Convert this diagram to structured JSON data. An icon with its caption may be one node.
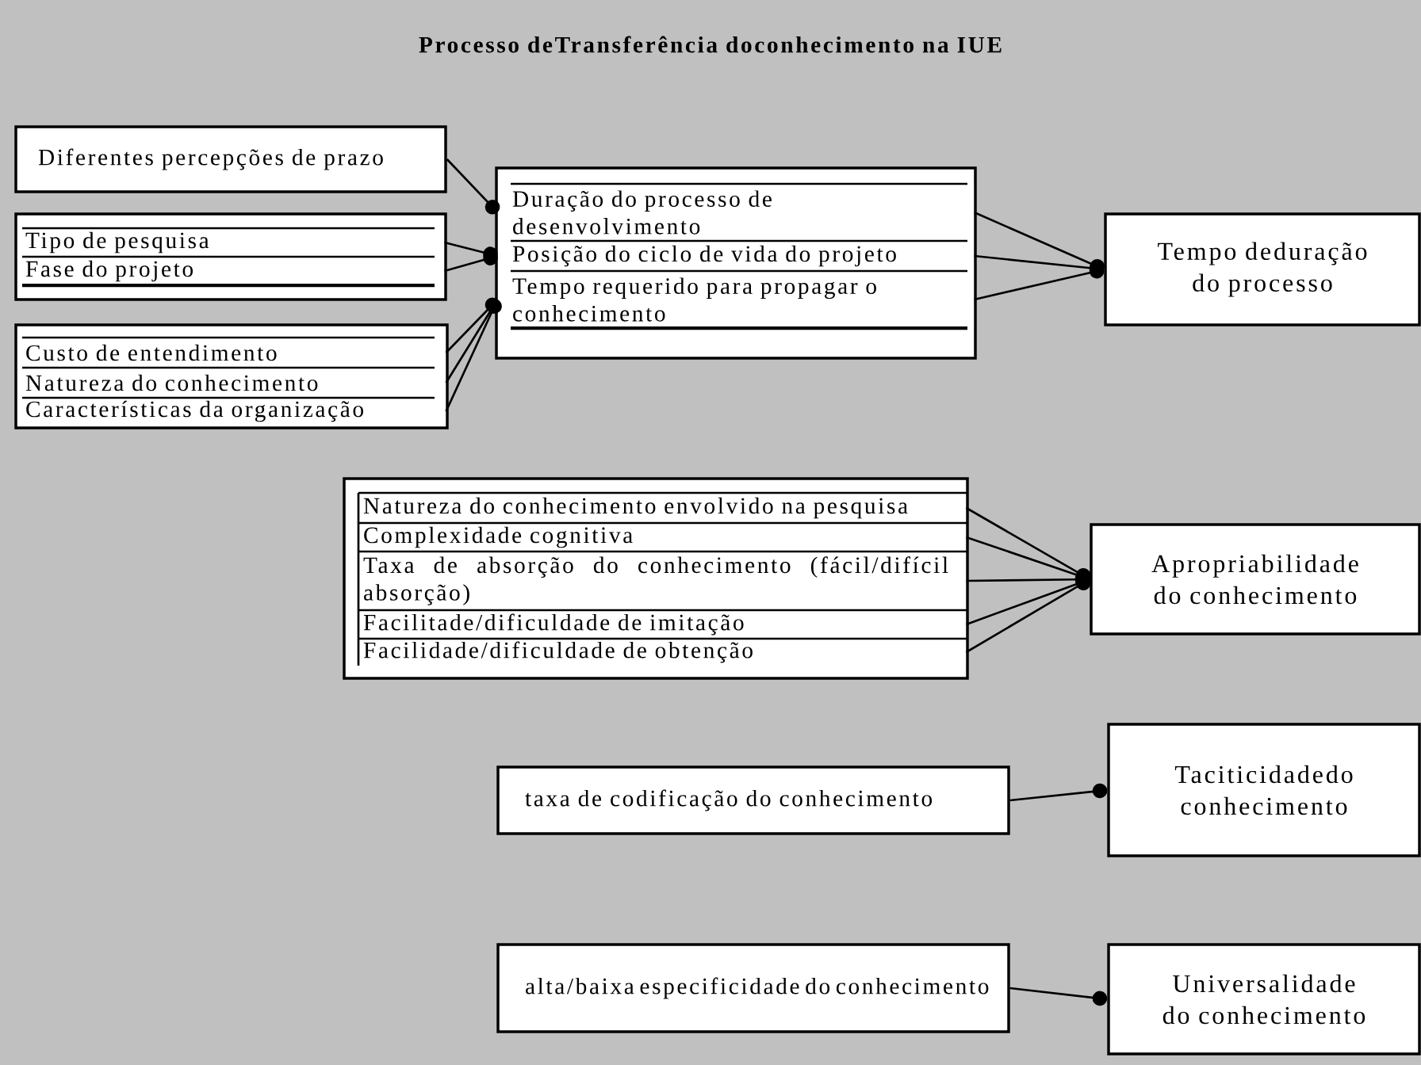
{
  "diagram": {
    "title": "Processo deTransferência doconhecimento na IUE",
    "nodes": [
      {
        "text": [
          "Diferentes percepções de prazo"
        ]
      },
      {
        "text": [],
        "shape": "box"
      },
      {
        "text": [
          "Tipo de pesquisa"
        ],
        "in": 1
      },
      {
        "text": [
          "Fase do projeto"
        ],
        "in": 1
      },
      {
        "text": [],
        "shape": "box"
      },
      {
        "text": [
          "Custo de entendimento"
        ],
        "in": 4
      },
      {
        "text": [
          "Natureza do conhecimento"
        ],
        "in": 4
      },
      {
        "text": [
          "Características da organização"
        ],
        "in": 4
      },
      {
        "text": [],
        "shape": "box"
      },
      {
        "text": [
          "Duração do processo de desenvolvimento"
        ],
        "in": 8
      },
      {
        "text": [
          "Posição do ciclo de vida do projeto"
        ],
        "in": 8
      },
      {
        "text": [
          "Tempo requerido para propagar o conhecimento"
        ],
        "in": 8
      },
      {
        "text": [
          "Tempo deduração do processo"
        ]
      },
      {
        "text": [],
        "shape": "box"
      },
      {
        "text": [
          "Natureza do conhecimento envolvido na pesquisa"
        ],
        "in": 13
      },
      {
        "text": [
          "Complexidade cognitiva"
        ],
        "in": 13
      },
      {
        "text": [
          "Taxa de absorção do conhecimento (fácil/difícil absorção)"
        ],
        "in": 13
      },
      {
        "text": [
          "Facilitade/dificuldade de imitação"
        ],
        "in": 13
      },
      {
        "text": [
          "Facilidade/dificuldade de obtenção"
        ],
        "in": 13
      },
      {
        "text": [
          "Apropriabilidade do conhecimento"
        ]
      },
      {
        "text": [
          "taxa de codificação do conhecimento"
        ]
      },
      {
        "text": [
          "Taciticidadedo conhecimento"
        ]
      },
      {
        "text": [
          "alta/baixa especificidade do conhecimento"
        ]
      },
      {
        "text": [
          "Universalidade do conhecimento"
        ]
      }
    ],
    "edges": [
      {
        "from": 0,
        "to": 9,
        "arrow": "other"
      },
      {
        "from": 2,
        "to": 10,
        "arrow": "other"
      },
      {
        "from": 3,
        "to": 10,
        "arrow": "other"
      },
      {
        "from": 5,
        "to": 11,
        "arrow": "other"
      },
      {
        "from": 6,
        "to": 11,
        "arrow": "other"
      },
      {
        "from": 7,
        "to": 11,
        "arrow": "other"
      },
      {
        "from": 9,
        "to": 12,
        "arrow": "other"
      },
      {
        "from": 10,
        "to": 12,
        "arrow": "other"
      },
      {
        "from": 11,
        "to": 12,
        "arrow": "other"
      },
      {
        "from": 14,
        "to": 19,
        "arrow": "other"
      },
      {
        "from": 15,
        "to": 19,
        "arrow": "other"
      },
      {
        "from": 16,
        "to": 19,
        "arrow": "other"
      },
      {
        "from": 17,
        "to": 19,
        "arrow": "other"
      },
      {
        "from": 18,
        "to": 19,
        "arrow": "other"
      },
      {
        "from": 20,
        "to": 21,
        "arrow": "other"
      },
      {
        "from": 22,
        "to": 23,
        "arrow": "other"
      }
    ]
  }
}
